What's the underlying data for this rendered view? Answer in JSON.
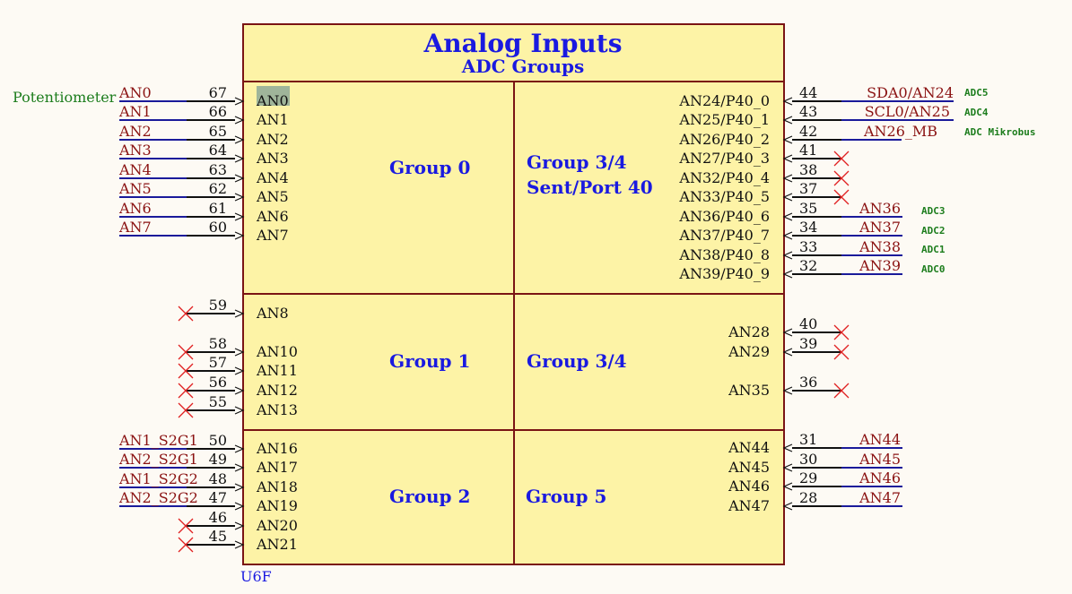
{
  "colors": {
    "background": "#fdfaf4",
    "box_fill": "#fdf3a6",
    "box_stroke": "#7a1414",
    "group_text": "#1a1ae0",
    "net_label": "#8a1212",
    "wire_blue": "#1a1a9a",
    "pin_text": "#111111",
    "note_green": "#1d7d1d",
    "no_connect": "#e02020",
    "highlight": "#9fb59a"
  },
  "title": "Analog Inputs",
  "subtitle": "ADC Groups",
  "designator": "U6F",
  "groups": [
    {
      "id": "g0",
      "lines": [
        "Group 0"
      ]
    },
    {
      "id": "g34a",
      "lines": [
        "Group 3/4",
        "Sent/Port 40"
      ]
    },
    {
      "id": "g1",
      "lines": [
        "Group 1"
      ]
    },
    {
      "id": "g34b",
      "lines": [
        "Group 3/4"
      ]
    },
    {
      "id": "g2",
      "lines": [
        "Group 2"
      ]
    },
    {
      "id": "g5",
      "lines": [
        "Group 5"
      ]
    }
  ],
  "notes": {
    "potentiometer": "Potentiometer",
    "ADC5": "ADC5",
    "ADC4": "ADC4",
    "ADC_Mikrobus": "ADC Mikrobus",
    "ADC3": "ADC3",
    "ADC2": "ADC2",
    "ADC1": "ADC1",
    "ADC0": "ADC0"
  },
  "pins_left": [
    {
      "id": "l67",
      "name": "AN0",
      "number": "67",
      "net": "AN0",
      "highlight": true
    },
    {
      "id": "l66",
      "name": "AN1",
      "number": "66",
      "net": "AN1"
    },
    {
      "id": "l65",
      "name": "AN2",
      "number": "65",
      "net": "AN2"
    },
    {
      "id": "l64",
      "name": "AN3",
      "number": "64",
      "net": "AN3"
    },
    {
      "id": "l63",
      "name": "AN4",
      "number": "63",
      "net": "AN4"
    },
    {
      "id": "l62",
      "name": "AN5",
      "number": "62",
      "net": "AN5"
    },
    {
      "id": "l61",
      "name": "AN6",
      "number": "61",
      "net": "AN6"
    },
    {
      "id": "l60",
      "name": "AN7",
      "number": "60",
      "net": "AN7"
    },
    {
      "id": "l59",
      "name": "AN8",
      "number": "59",
      "nc": true
    },
    {
      "id": "l58",
      "name": "AN10",
      "number": "58",
      "nc": true
    },
    {
      "id": "l57",
      "name": "AN11",
      "number": "57",
      "nc": true
    },
    {
      "id": "l56",
      "name": "AN12",
      "number": "56",
      "nc": true
    },
    {
      "id": "l55",
      "name": "AN13",
      "number": "55",
      "nc": true
    },
    {
      "id": "l50",
      "name": "AN16",
      "number": "50",
      "net": "AN1_S2G1"
    },
    {
      "id": "l49",
      "name": "AN17",
      "number": "49",
      "net": "AN2_S2G1"
    },
    {
      "id": "l48",
      "name": "AN18",
      "number": "48",
      "net": "AN1_S2G2"
    },
    {
      "id": "l47",
      "name": "AN19",
      "number": "47",
      "net": "AN2_S2G2"
    },
    {
      "id": "l46",
      "name": "AN20",
      "number": "46",
      "nc": true
    },
    {
      "id": "l45",
      "name": "AN21",
      "number": "45",
      "nc": true
    }
  ],
  "pins_right": [
    {
      "id": "r44",
      "name": "AN24/P40_0",
      "number": "44",
      "net": "SDA0/AN24",
      "note": "ADC5"
    },
    {
      "id": "r43",
      "name": "AN25/P40_1",
      "number": "43",
      "net": "SCL0/AN25",
      "note": "ADC4"
    },
    {
      "id": "r42",
      "name": "AN26/P40_2",
      "number": "42",
      "net": "AN26_MB",
      "note": "ADC_Mikrobus"
    },
    {
      "id": "r41",
      "name": "AN27/P40_3",
      "number": "41",
      "nc": true
    },
    {
      "id": "r38",
      "name": "AN32/P40_4",
      "number": "38",
      "nc": true
    },
    {
      "id": "r37",
      "name": "AN33/P40_5",
      "number": "37",
      "nc": true
    },
    {
      "id": "r35",
      "name": "AN36/P40_6",
      "number": "35",
      "net": "AN36",
      "note": "ADC3"
    },
    {
      "id": "r34",
      "name": "AN37/P40_7",
      "number": "34",
      "net": "AN37",
      "note": "ADC2"
    },
    {
      "id": "r33",
      "name": "AN38/P40_8",
      "number": "33",
      "net": "AN38",
      "note": "ADC1"
    },
    {
      "id": "r32",
      "name": "AN39/P40_9",
      "number": "32",
      "net": "AN39",
      "note": "ADC0"
    },
    {
      "id": "r40",
      "name": "AN28",
      "number": "40",
      "nc": true
    },
    {
      "id": "r39",
      "name": "AN29",
      "number": "39",
      "nc": true
    },
    {
      "id": "r36",
      "name": "AN35",
      "number": "36",
      "nc": true
    },
    {
      "id": "r31",
      "name": "AN44",
      "number": "31",
      "net": "AN44"
    },
    {
      "id": "r30",
      "name": "AN45",
      "number": "30",
      "net": "AN45"
    },
    {
      "id": "r29",
      "name": "AN46",
      "number": "29",
      "net": "AN46"
    },
    {
      "id": "r28",
      "name": "AN47",
      "number": "28",
      "net": "AN47"
    }
  ]
}
